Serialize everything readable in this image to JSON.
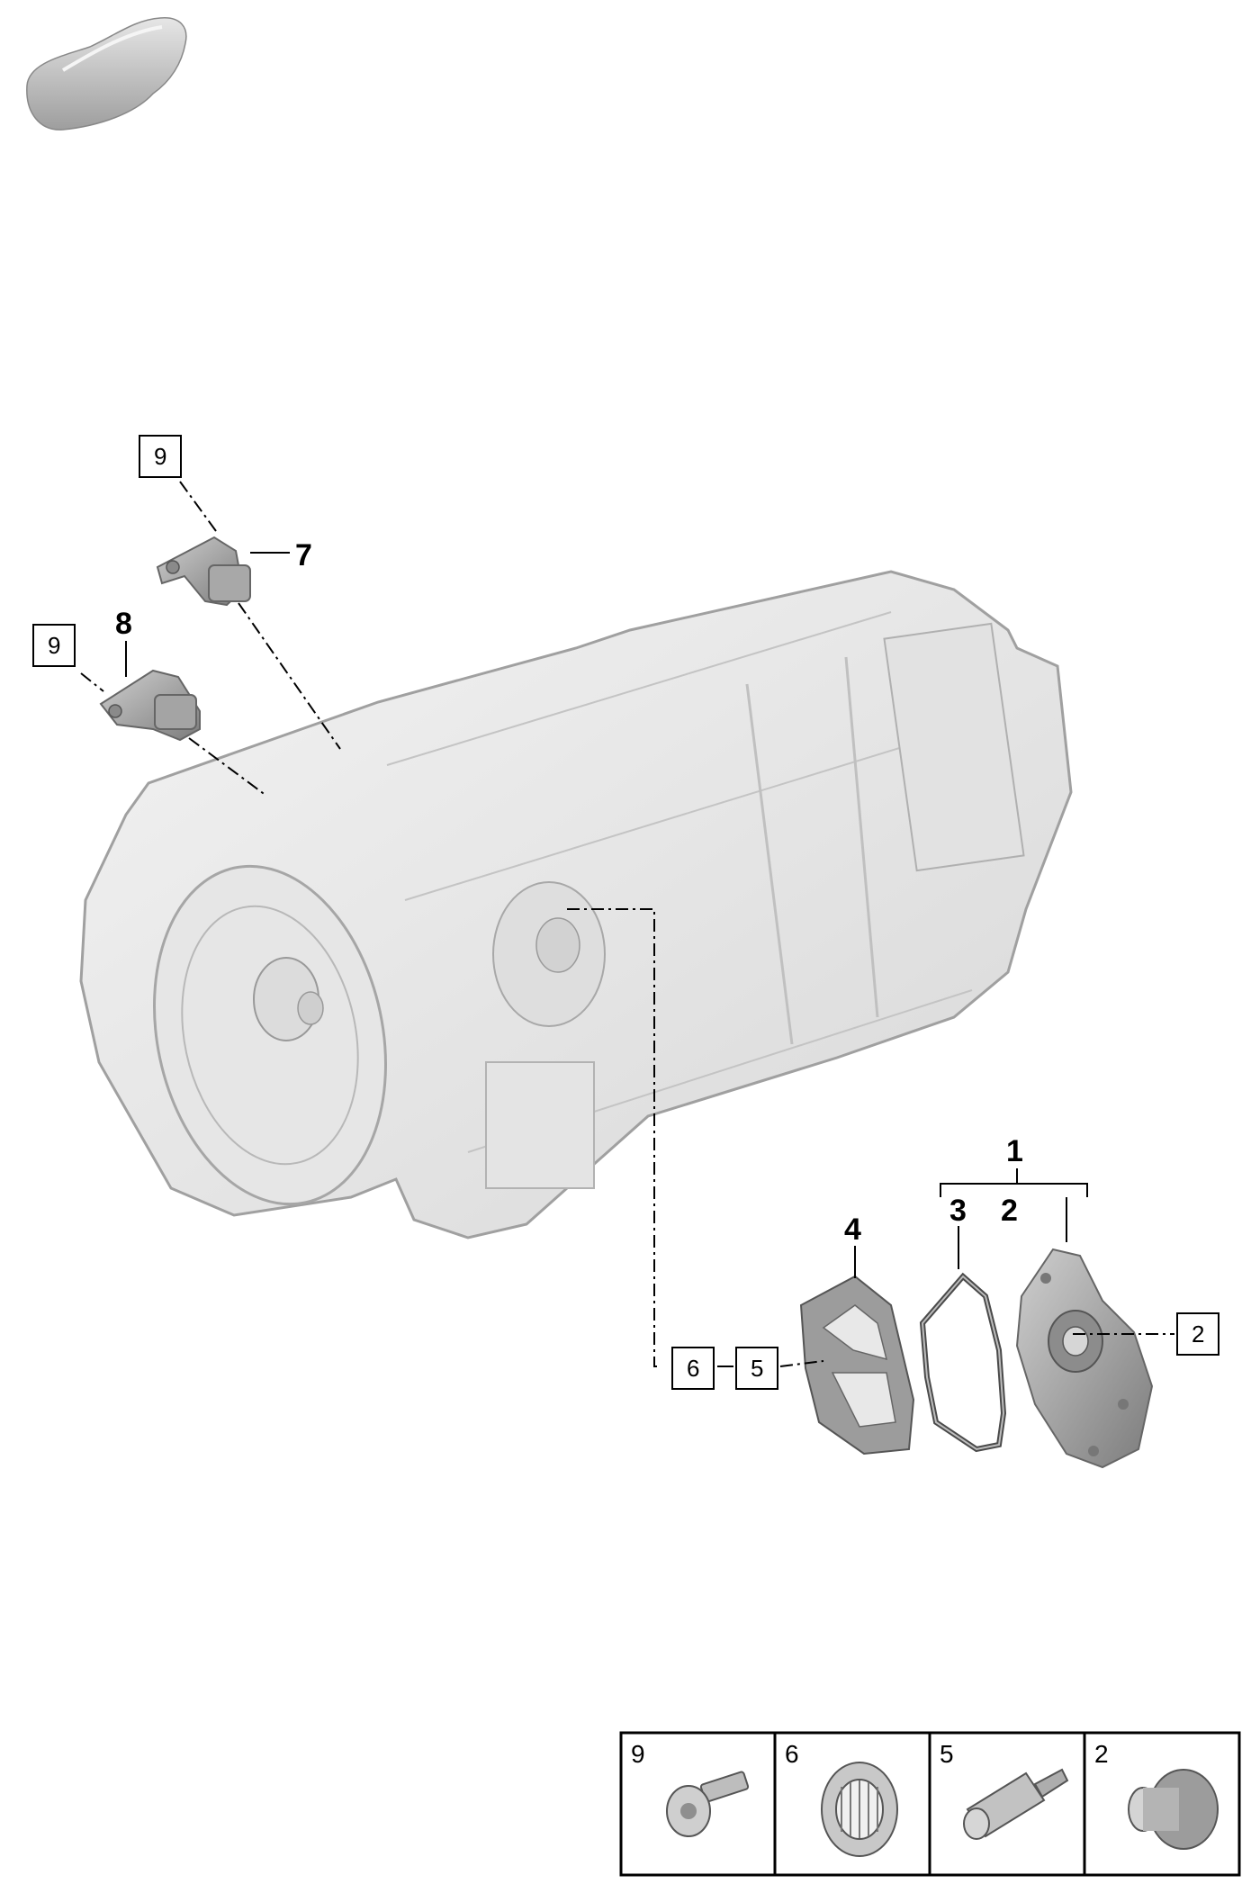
{
  "callouts": {
    "bold": [
      "1",
      "2",
      "3",
      "4",
      "7",
      "8"
    ],
    "boxed": [
      "9",
      "9",
      "6",
      "5",
      "2"
    ]
  },
  "hardware_legend": {
    "cells": [
      {
        "number": "9",
        "icon": "screw-icon"
      },
      {
        "number": "6",
        "icon": "needle-bearing-icon"
      },
      {
        "number": "5",
        "icon": "pin-icon"
      },
      {
        "number": "2",
        "icon": "plug-icon"
      }
    ]
  },
  "colors": {
    "housing_fill": "#ececec",
    "housing_stroke": "#9a9a9a",
    "part_fill": "#b4b4b4",
    "line": "#000000"
  }
}
